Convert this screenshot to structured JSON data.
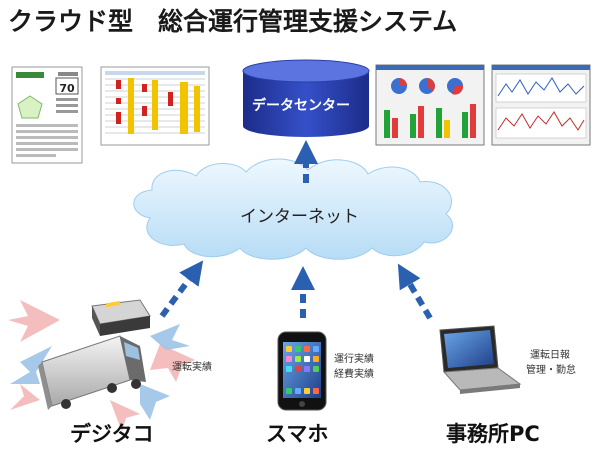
{
  "title": "クラウド型　総合運行管理支援システム",
  "data_center": {
    "label": "データセンター"
  },
  "internet": {
    "label": "インターネット"
  },
  "report_thumb": {
    "score": "70"
  },
  "devices": [
    {
      "name": "デジタコ",
      "caption": "運転実績"
    },
    {
      "name": "スマホ",
      "caption_line1": "運行実績",
      "caption_line2": "経費実績"
    },
    {
      "name": "事務所PC",
      "caption_line1": "運転日報",
      "caption_line2": "管理・勤怠"
    }
  ],
  "colors": {
    "cloud": "#d5ecfa",
    "arrow": "#2b5fb0",
    "cylinder": "#2a3fa8",
    "truck_arrow_blue": "#9cc3e8",
    "truck_arrow_red": "#f3b7b7"
  }
}
